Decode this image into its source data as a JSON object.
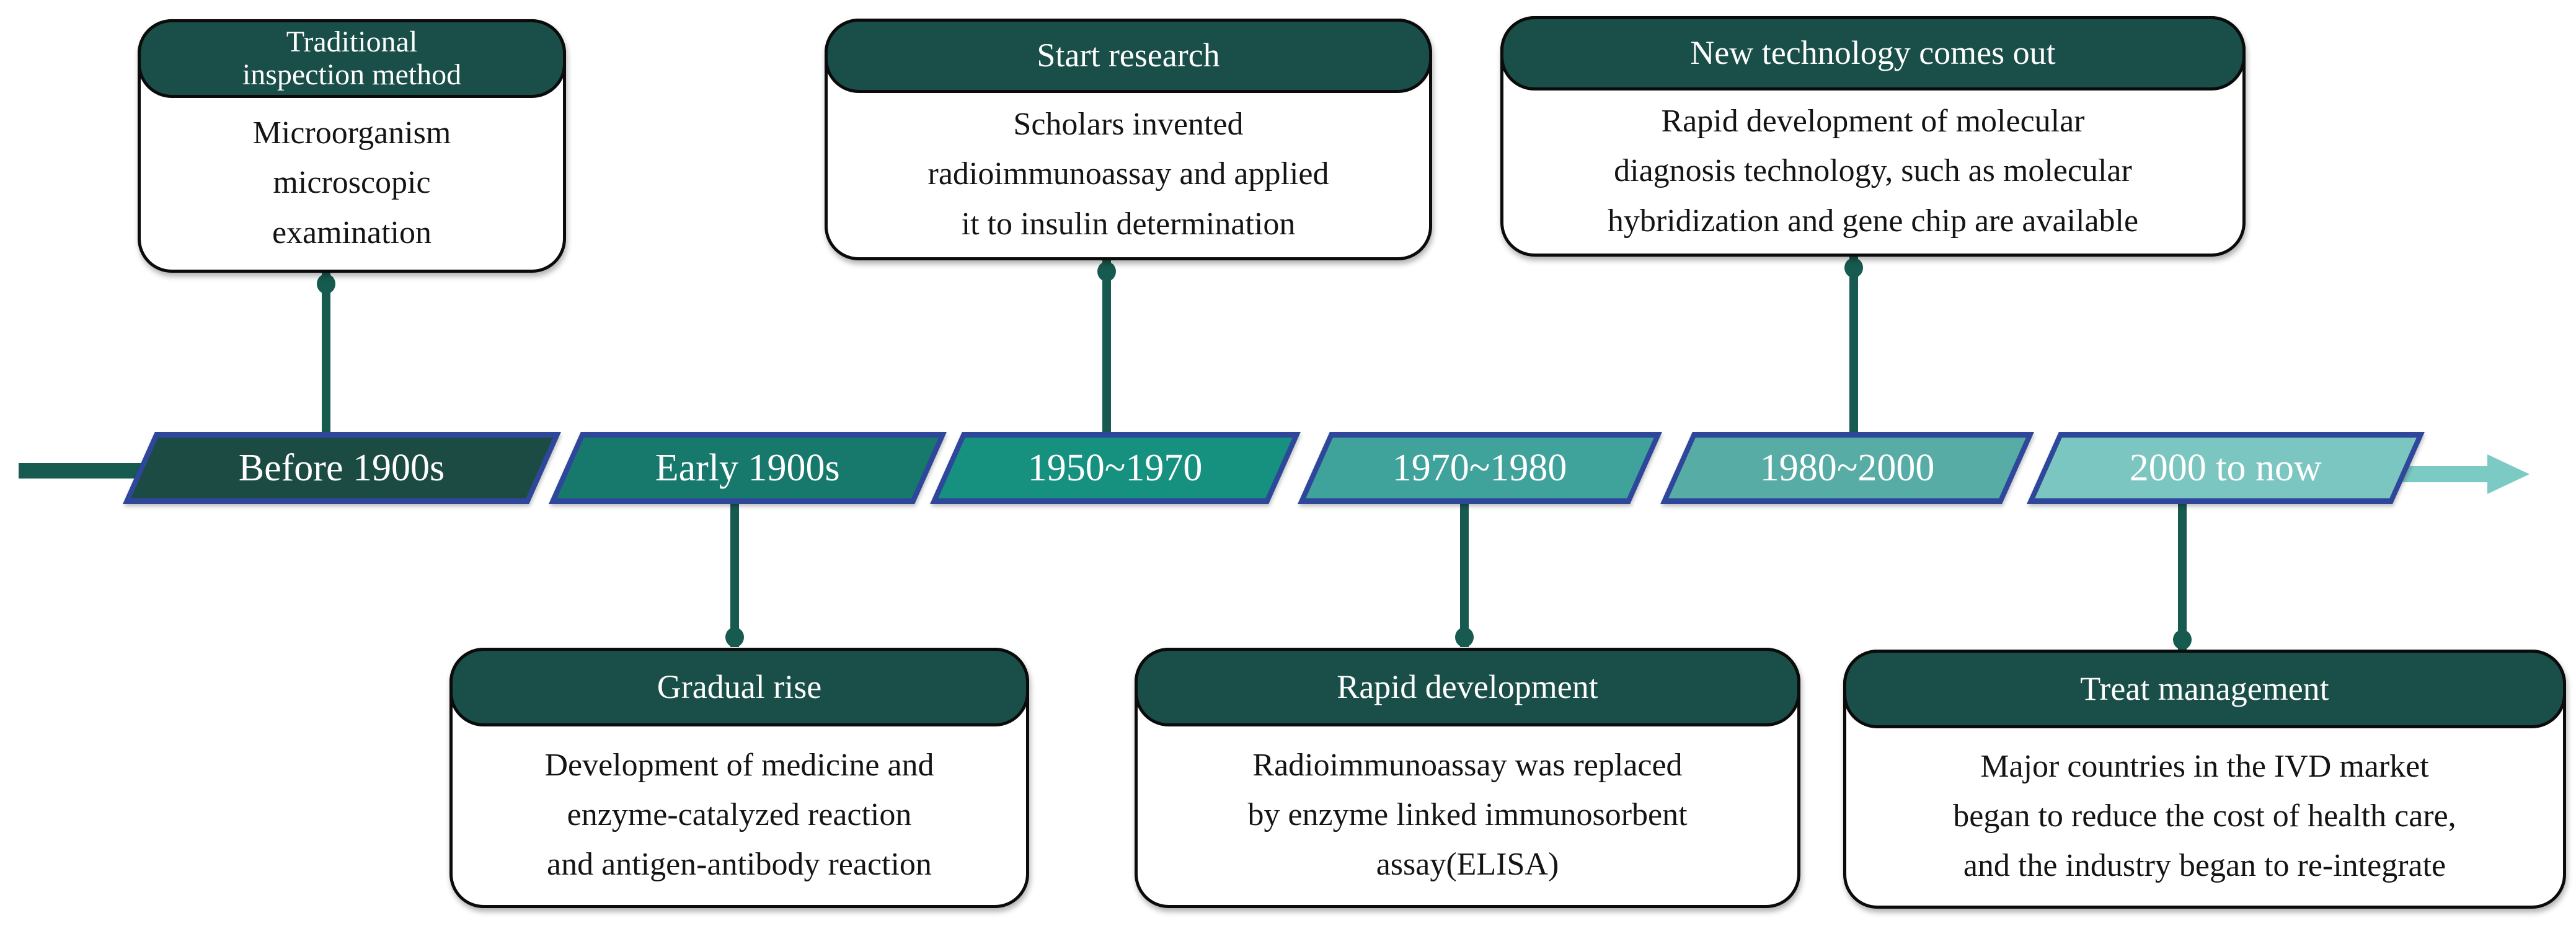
{
  "timeline": {
    "segments": [
      {
        "label": "Before 1900s",
        "fill": "#1C4B44"
      },
      {
        "label": "Early 1900s",
        "fill": "#17796C"
      },
      {
        "label": "1950~1970",
        "fill": "#16907F"
      },
      {
        "label": "1970~1980",
        "fill": "#3FA39C"
      },
      {
        "label": "1980~2000",
        "fill": "#58ACA6"
      },
      {
        "label": "2000 to now",
        "fill": "#7CC6C1"
      }
    ],
    "border_color": "#2E479B",
    "label_color": "#FFFFFF",
    "arrow_color": "#7CCAC4"
  },
  "events_top": [
    {
      "title": "Traditional\ninspection method",
      "description": "Microorganism\nmicroscopic\nexamination",
      "timeline_segment": "Before 1900s"
    },
    {
      "title": "Start research",
      "description": "Scholars invented\nradioimmunoassay and applied\nit to insulin determination",
      "timeline_segment": "1950~1970"
    },
    {
      "title": "New technology comes out",
      "description": "Rapid development of molecular\ndiagnosis technology, such as molecular\nhybridization and gene chip are available",
      "timeline_segment": "1980~2000"
    }
  ],
  "events_bottom": [
    {
      "title": "Gradual rise",
      "description": "Development of medicine and\nenzyme-catalyzed reaction\nand antigen-antibody reaction",
      "timeline_segment": "Early 1900s"
    },
    {
      "title": "Rapid development",
      "description": "Radioimmunoassay was replaced\nby enzyme linked immunosorbent\nassay(ELISA)",
      "timeline_segment": "1970~1980"
    },
    {
      "title": "Treat management",
      "description": "Major countries in the IVD market\nbegan to reduce the cost of health care,\nand the industry began to re-integrate",
      "timeline_segment": "2000 to now"
    }
  ],
  "colors": {
    "event_header_fill": "#194F48",
    "event_header_text": "#FFFFFF",
    "event_body_text": "#141414",
    "connector": "#175A4F",
    "box_border": "#0B0B0B",
    "background": "#FFFFFF"
  }
}
